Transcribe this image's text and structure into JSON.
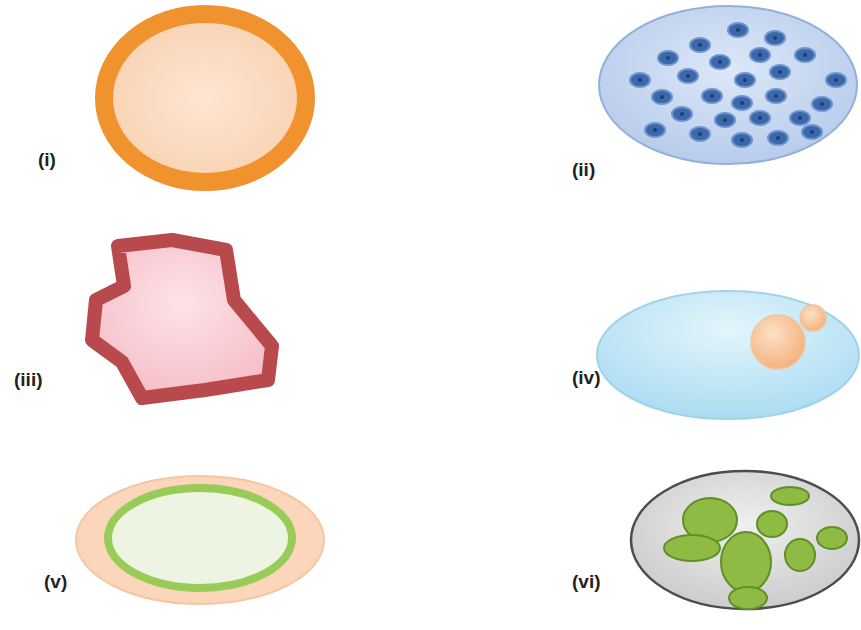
{
  "diagram": {
    "labels": [
      "(i)",
      "(ii)",
      "(iii)",
      "(iv)",
      "(v)",
      "(vi)"
    ]
  }
}
